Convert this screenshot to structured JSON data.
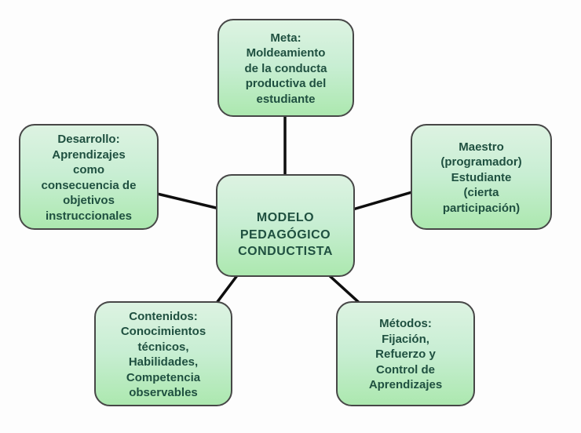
{
  "diagram": {
    "type": "concept-map",
    "colors": {
      "background": "#fdfdfd",
      "node_fill_top": "#ddf3e2",
      "node_fill_mid": "#c8eed3",
      "node_fill_bottom": "#ace8af",
      "node_border": "#474747",
      "text": "#1f5040",
      "connector": "#0e0e0e"
    },
    "nodes": {
      "center": {
        "label": "MODELO\nPEDAGÓGICO\nCONDUCTISTA"
      },
      "meta": {
        "label": "Meta:\nMoldeamiento\nde la conducta\nproductiva del\nestudiante"
      },
      "desarrollo": {
        "label": "Desarrollo:\nAprendizajes\ncomo\nconsecuencia de\nobjetivos\ninstruccionales"
      },
      "maestro": {
        "label": "Maestro\n(programador)\nEstudiante\n(cierta\nparticipación)"
      },
      "contenidos": {
        "label": "Contenidos:\nConocimientos\ntécnicos,\nHabilidades,\nCompetencia\nobservables"
      },
      "metodos": {
        "label": "Métodos:\nFijación,\nRefuerzo y\nControl de\nAprendizajes"
      }
    },
    "connections": [
      {
        "from": "center",
        "to": "meta"
      },
      {
        "from": "center",
        "to": "desarrollo"
      },
      {
        "from": "center",
        "to": "maestro"
      },
      {
        "from": "center",
        "to": "contenidos"
      },
      {
        "from": "center",
        "to": "metodos"
      }
    ]
  }
}
